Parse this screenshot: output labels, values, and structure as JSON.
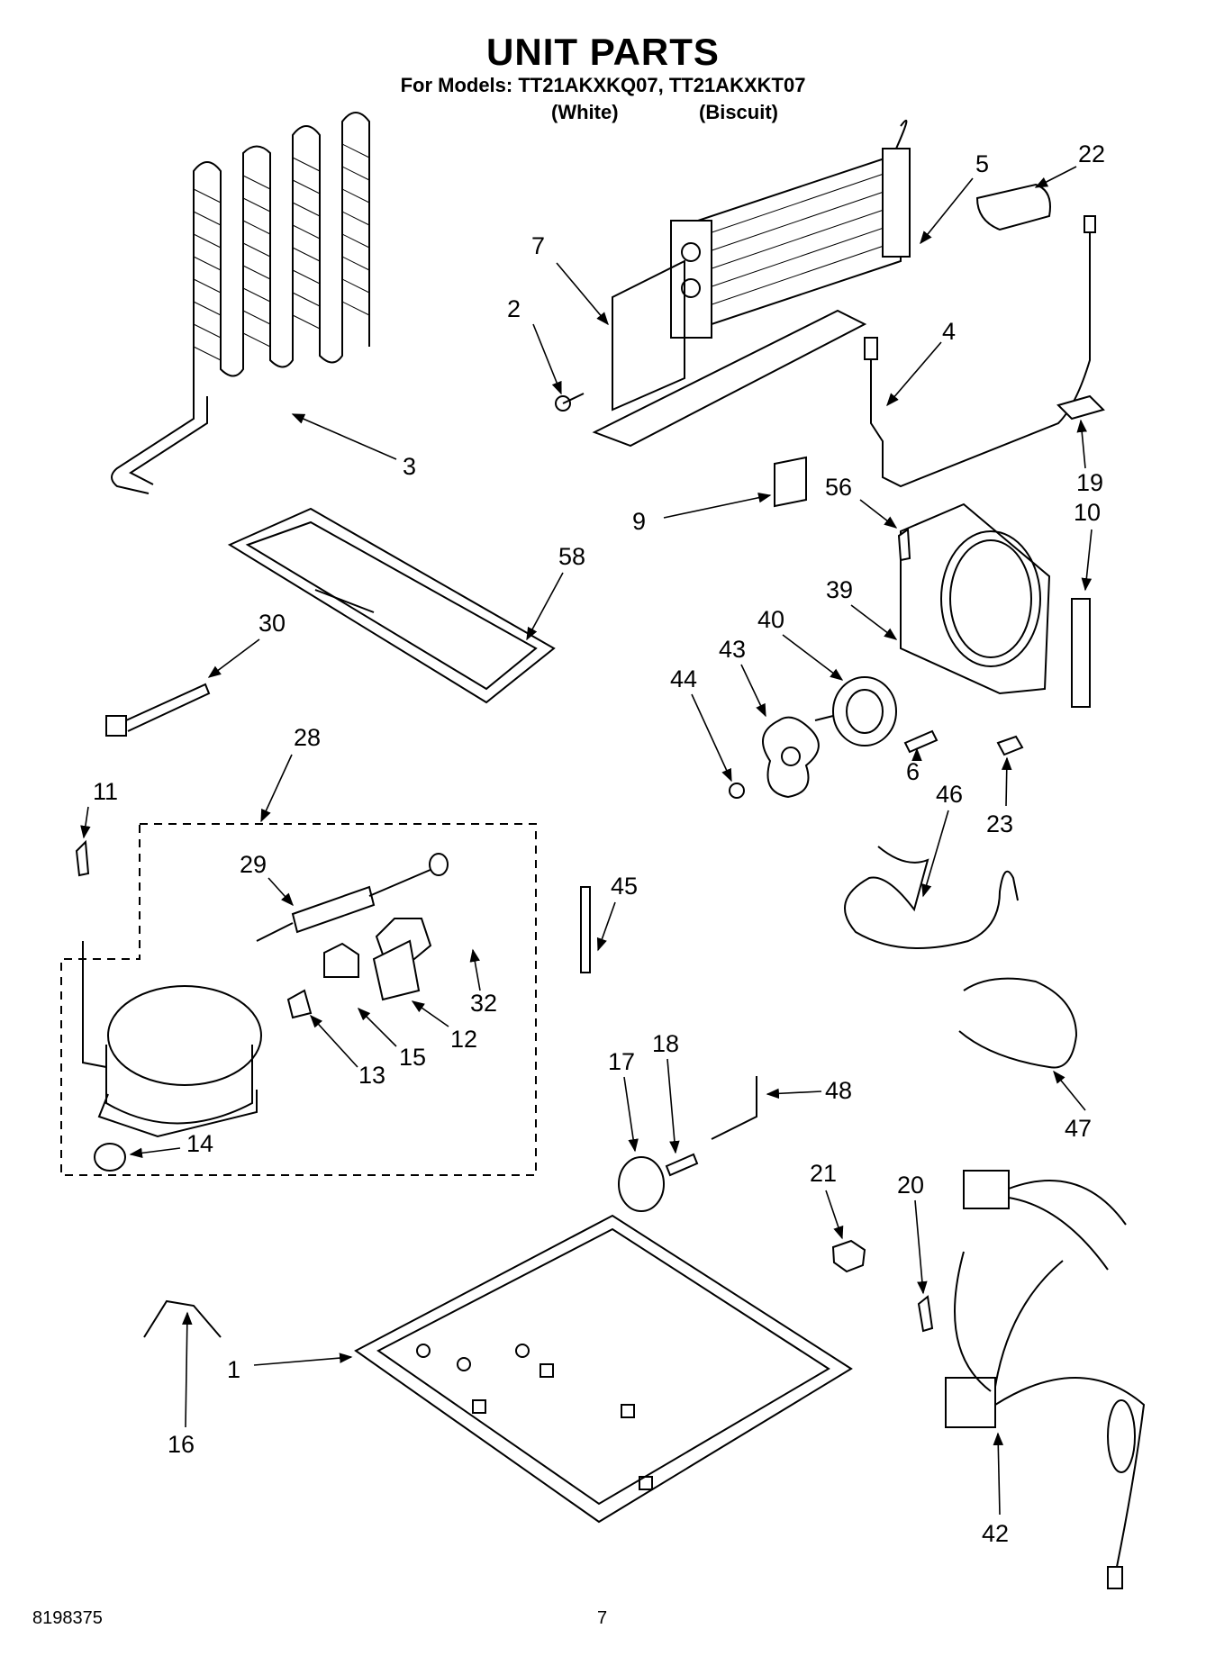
{
  "header": {
    "title": "UNIT PARTS",
    "models_line": "For Models: TT21AKXKQ07, TT21AKXKT07",
    "variant_white": "(White)",
    "variant_biscuit": "(Biscuit)"
  },
  "footer": {
    "doc_number": "8198375",
    "page_number": "7"
  },
  "callouts": [
    "1",
    "2",
    "3",
    "4",
    "5",
    "6",
    "7",
    "9",
    "10",
    "11",
    "12",
    "13",
    "14",
    "15",
    "16",
    "17",
    "18",
    "19",
    "20",
    "21",
    "22",
    "23",
    "28",
    "29",
    "30",
    "32",
    "39",
    "40",
    "42",
    "43",
    "44",
    "45",
    "46",
    "47",
    "48",
    "56",
    "58"
  ]
}
